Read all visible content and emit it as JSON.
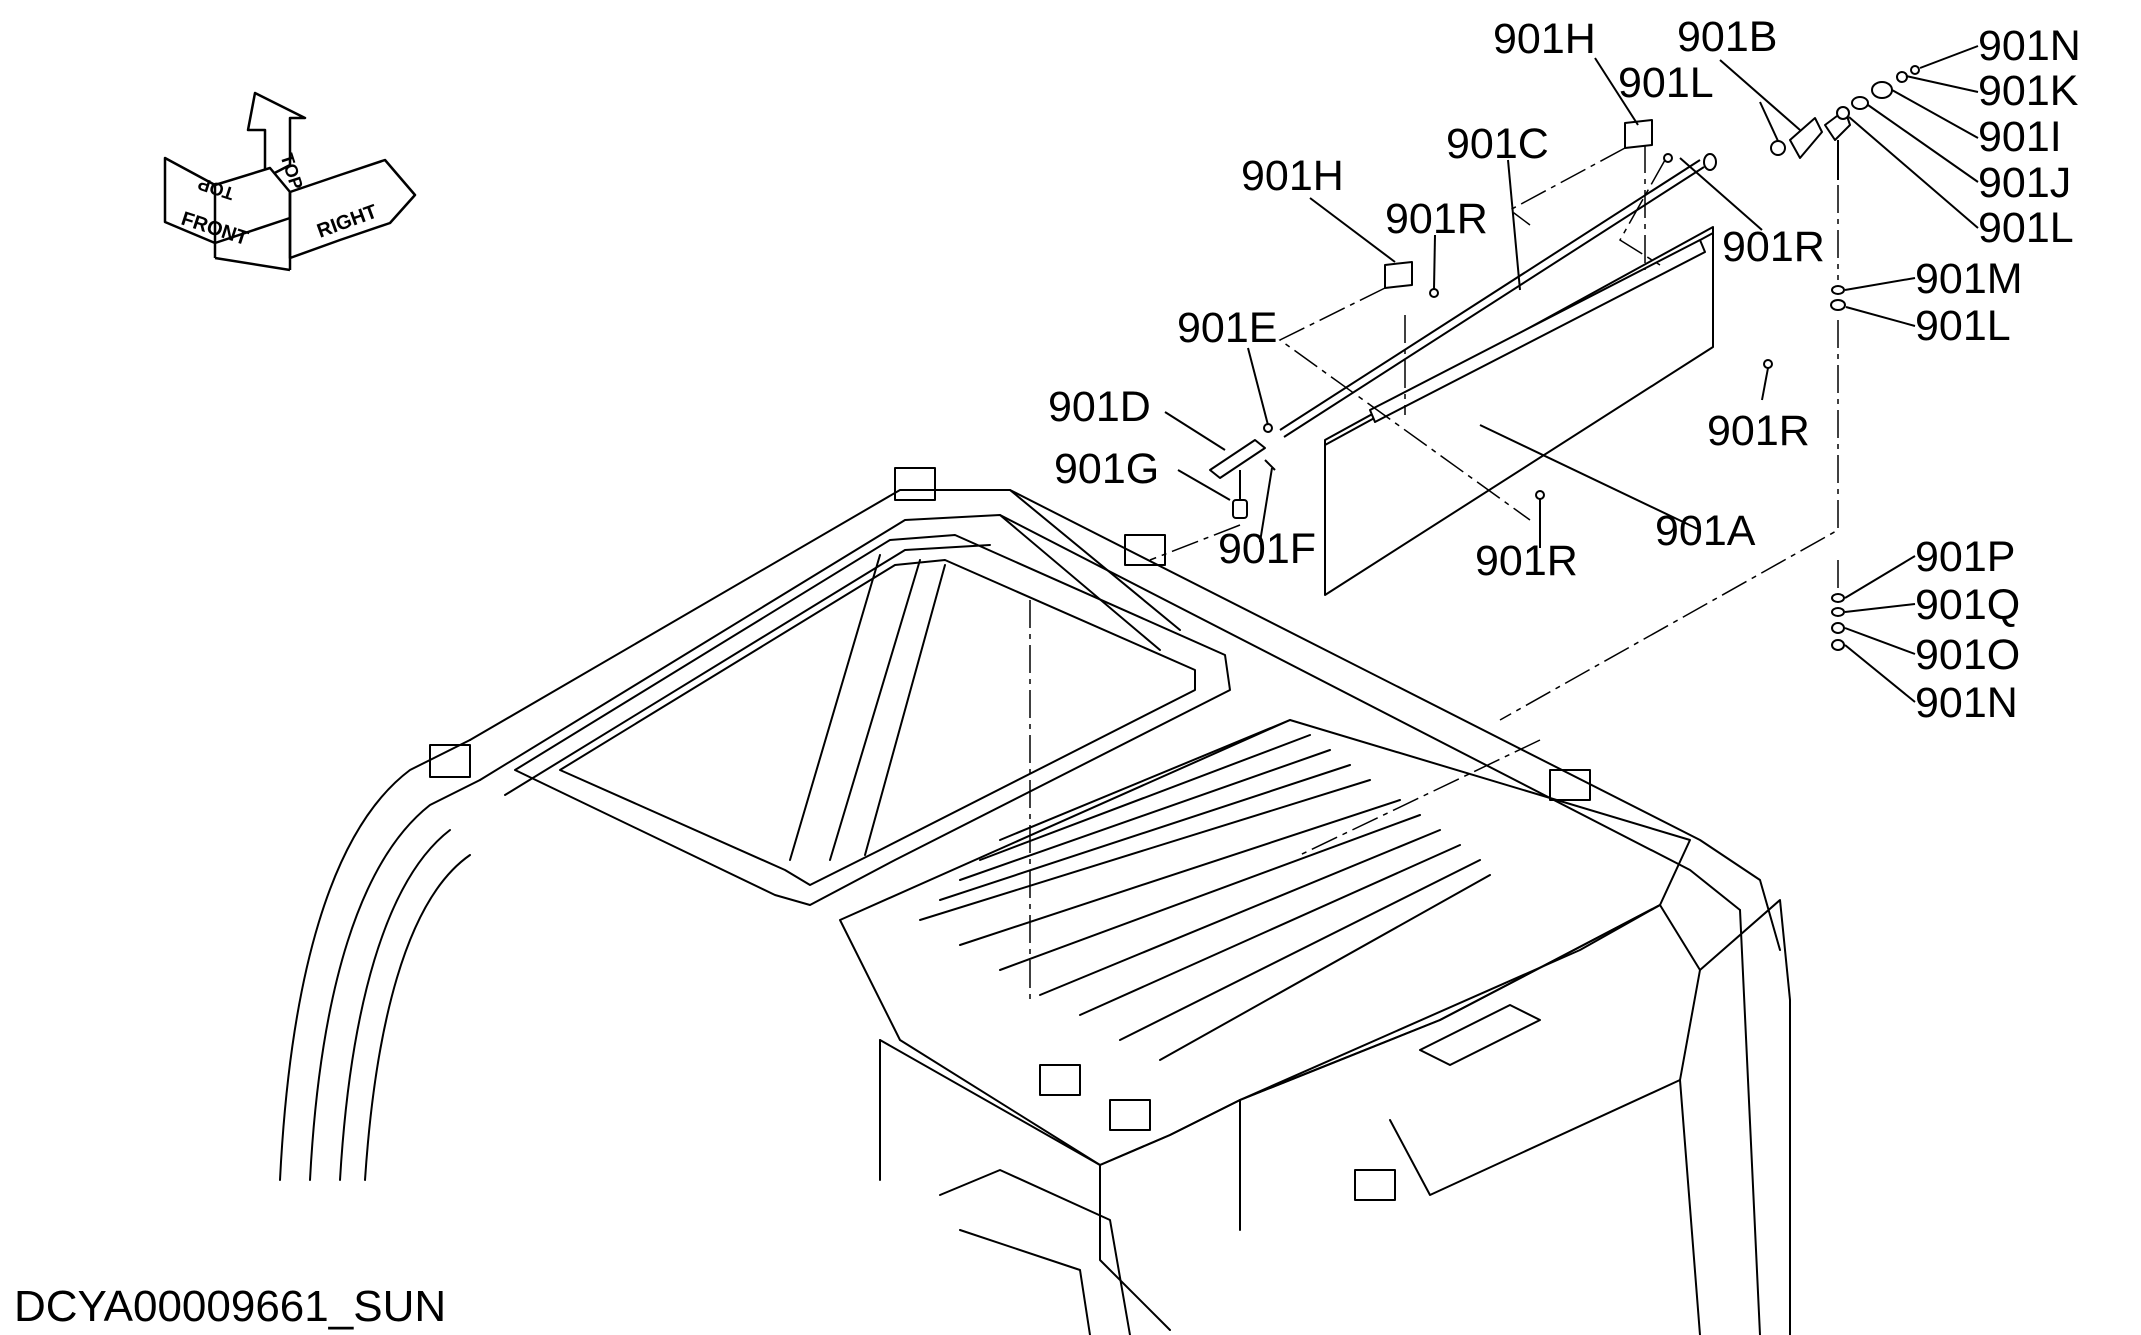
{
  "orientation": {
    "front": "FRONT",
    "top_a": "TOP",
    "top_b": "TOP",
    "right": "RIGHT"
  },
  "callouts": [
    {
      "id": "c-901H-top",
      "label": "901H"
    },
    {
      "id": "c-901B",
      "label": "901B"
    },
    {
      "id": "c-901N-top",
      "label": "901N"
    },
    {
      "id": "c-901L-top",
      "label": "901L"
    },
    {
      "id": "c-901K",
      "label": "901K"
    },
    {
      "id": "c-901C",
      "label": "901C"
    },
    {
      "id": "c-901I",
      "label": "901I"
    },
    {
      "id": "c-901H",
      "label": "901H"
    },
    {
      "id": "c-901J",
      "label": "901J"
    },
    {
      "id": "c-901R-a",
      "label": "901R"
    },
    {
      "id": "c-901L-mid",
      "label": "901L"
    },
    {
      "id": "c-901R-b",
      "label": "901R"
    },
    {
      "id": "c-901M",
      "label": "901M"
    },
    {
      "id": "c-901E",
      "label": "901E"
    },
    {
      "id": "c-901L-low",
      "label": "901L"
    },
    {
      "id": "c-901D",
      "label": "901D"
    },
    {
      "id": "c-901R-c",
      "label": "901R"
    },
    {
      "id": "c-901G",
      "label": "901G"
    },
    {
      "id": "c-901A",
      "label": "901A"
    },
    {
      "id": "c-901F",
      "label": "901F"
    },
    {
      "id": "c-901R-d",
      "label": "901R"
    },
    {
      "id": "c-901P",
      "label": "901P"
    },
    {
      "id": "c-901Q",
      "label": "901Q"
    },
    {
      "id": "c-901O",
      "label": "901O"
    },
    {
      "id": "c-901N",
      "label": "901N"
    }
  ],
  "document_id": "DCYA00009661_SUN"
}
